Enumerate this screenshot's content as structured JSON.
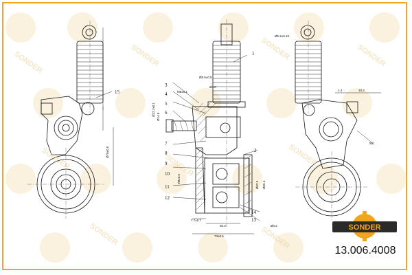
{
  "brand": {
    "name": "SONDER",
    "accent": "#f2a41c",
    "watermark_color": "#f2d9a0"
  },
  "part_number": "13.006.4008",
  "callouts": [
    "1",
    "2",
    "3",
    "4",
    "5",
    "6",
    "7",
    "8",
    "9",
    "10",
    "11",
    "12",
    "13",
    "14",
    "15"
  ],
  "left_view": {
    "callout": "15"
  },
  "dimensions": {
    "d1": "Ø5.2±0.15",
    "d2": "Ø8.5±0.5",
    "d3": "Ø4.0",
    "d4": "M8±0.1",
    "d5": "Ø22.7±0.1",
    "d6": "Ø14.8",
    "d7": "M8±0.5",
    "d8": "Ø62.5",
    "d9": "Ø65.4",
    "d10": "60.3",
    "d11": "73±0.5",
    "d12": "Ø0.2",
    "d13": "1.4",
    "d14": "10.3",
    "d15": "55°",
    "d16": "7.7±0.7",
    "d17": "Ø70±0.5"
  }
}
